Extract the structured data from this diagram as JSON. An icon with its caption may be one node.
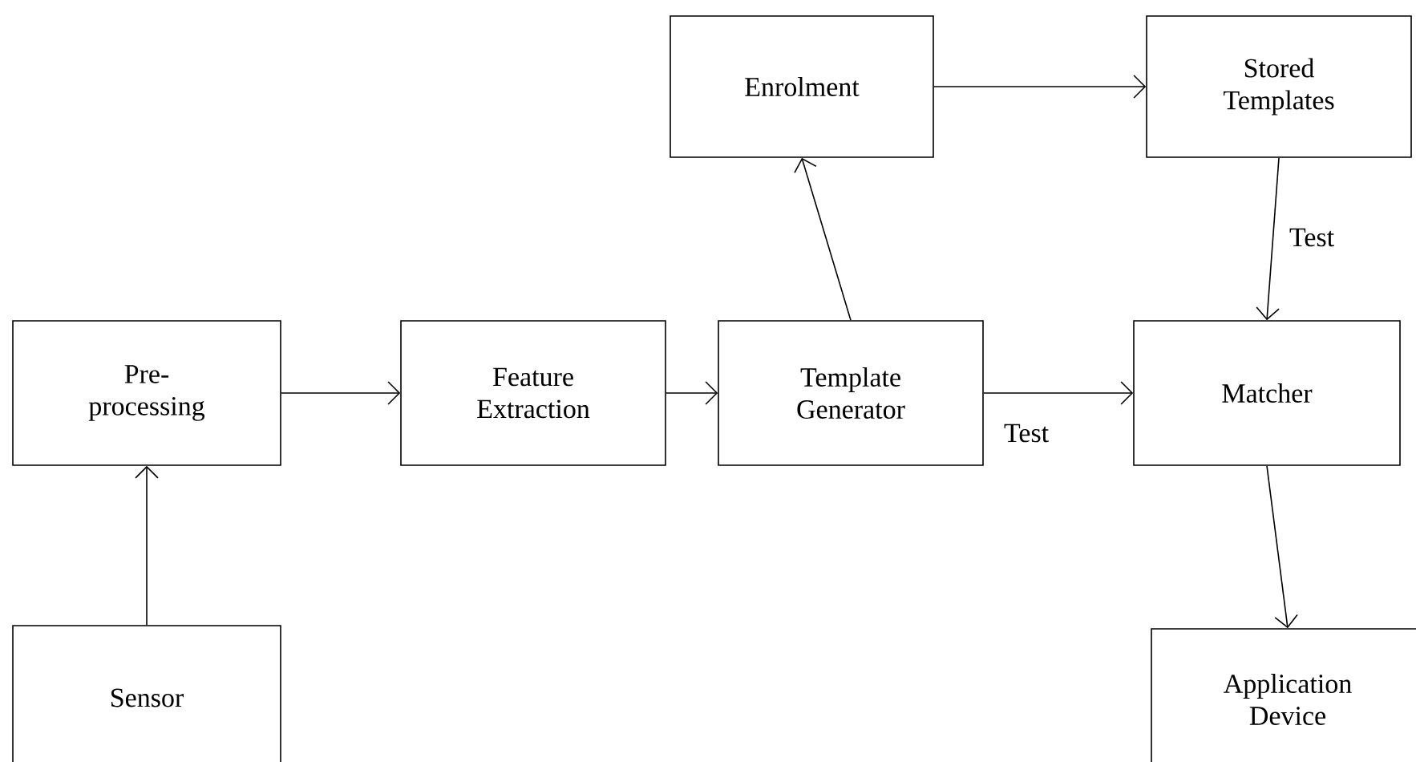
{
  "diagram": {
    "nodes": [
      {
        "text": [
          "Pre-processing"
        ]
      },
      {
        "text": [
          "Feature Extraction"
        ]
      },
      {
        "text": [
          "Template Generator"
        ]
      },
      {
        "text": [
          "Enrolment"
        ]
      },
      {
        "text": [
          "Stored Templates"
        ]
      },
      {
        "text": [
          "Matcher"
        ]
      },
      {
        "text": [
          "Sensor"
        ]
      },
      {
        "text": [
          "Application Device"
        ]
      }
    ],
    "edges": [
      {
        "from": 6,
        "to": 0,
        "arrow": "to"
      },
      {
        "from": 0,
        "to": 1,
        "arrow": "to"
      },
      {
        "from": 1,
        "to": 2,
        "arrow": "to"
      },
      {
        "from": 2,
        "to": 3,
        "arrow": "to"
      },
      {
        "from": 3,
        "to": 4,
        "arrow": "to"
      },
      {
        "from": 4,
        "to": 5,
        "arrow": "to",
        "label": "Test"
      },
      {
        "from": 2,
        "to": 5,
        "arrow": "to",
        "label": "Test"
      },
      {
        "from": 5,
        "to": 7,
        "arrow": "to"
      }
    ]
  }
}
